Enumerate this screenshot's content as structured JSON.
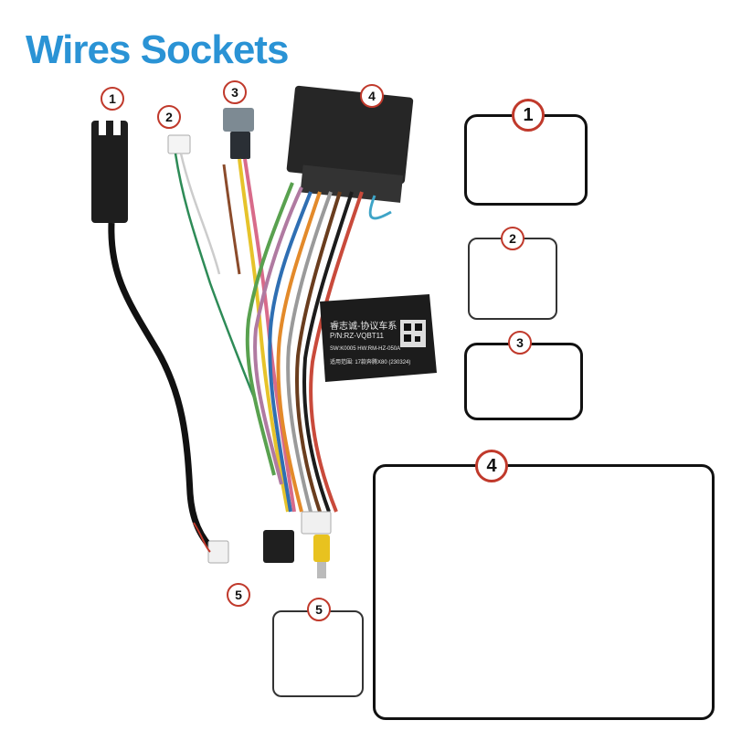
{
  "title": "Wires Sockets",
  "labels": {
    "n1": "1",
    "n2": "2",
    "n3": "3",
    "n4": "4",
    "n5": "5"
  },
  "module": {
    "brand": "睿志诚-协议车系",
    "part_number": "P/N:RZ-VQBT11",
    "line3": "SW:K0005     HW:RM-HZ-050A",
    "line4": "适用范围: 17款奔腾X80 (230324)"
  },
  "colors": {
    "title": "#2a93d5",
    "badge_border": "#c0392b",
    "connector_gray": "#8e9aa3",
    "connector_dark": "#3f4a54",
    "module_body": "#1c1c1c"
  }
}
